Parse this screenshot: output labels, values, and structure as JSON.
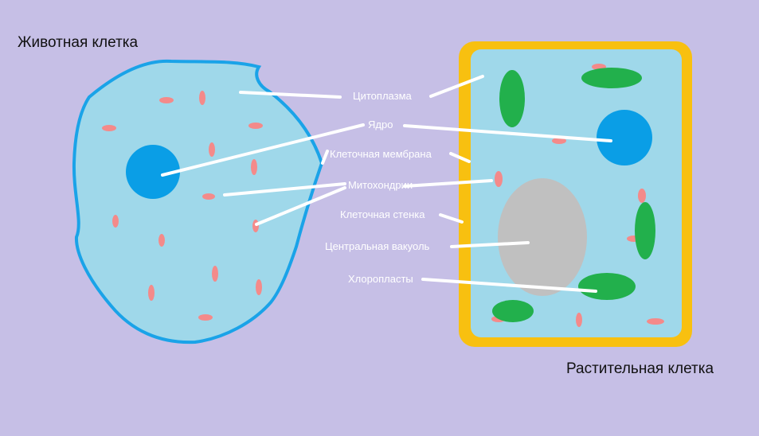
{
  "titles": {
    "animal": "Животная клетка",
    "plant": "Растительная клетка"
  },
  "labels": {
    "cytoplasm": "Цитоплазма",
    "nucleus": "Ядро",
    "membrane": "Клеточная мембрана",
    "mitochondria": "Митохондрии",
    "wall": "Клеточная стенка",
    "vacuole": "Центральная вакуоль",
    "chloroplasts": "Хлоропласты"
  },
  "colors": {
    "background": "#c6bfe6",
    "cytoplasm": "#9fd8ea",
    "membrane": "#1aa3e8",
    "nucleus": "#0a9ee6",
    "mitochondria": "#f48a8a",
    "cell_wall": "#f8c010",
    "vacuole": "#c0c0c0",
    "chloroplast": "#22b04c",
    "pointer_line": "#ffffff"
  }
}
